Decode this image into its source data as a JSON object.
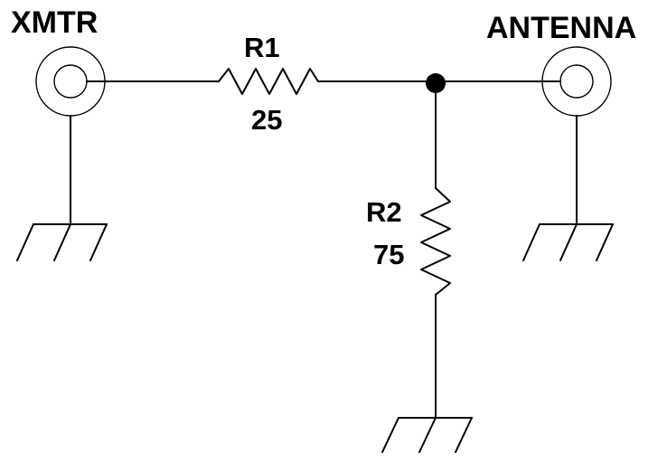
{
  "components": {
    "xmtr": {
      "label": "XMTR",
      "type": "coax-connector"
    },
    "antenna": {
      "label": "ANTENNA",
      "type": "coax-connector"
    },
    "r1": {
      "name": "R1",
      "value": "25"
    },
    "r2": {
      "name": "R2",
      "value": "75"
    }
  },
  "colors": {
    "ink": "#000000",
    "background": "#ffffff"
  },
  "icons": [
    "coax-connector-icon",
    "ground-icon",
    "resistor-icon",
    "junction-dot-icon"
  ]
}
